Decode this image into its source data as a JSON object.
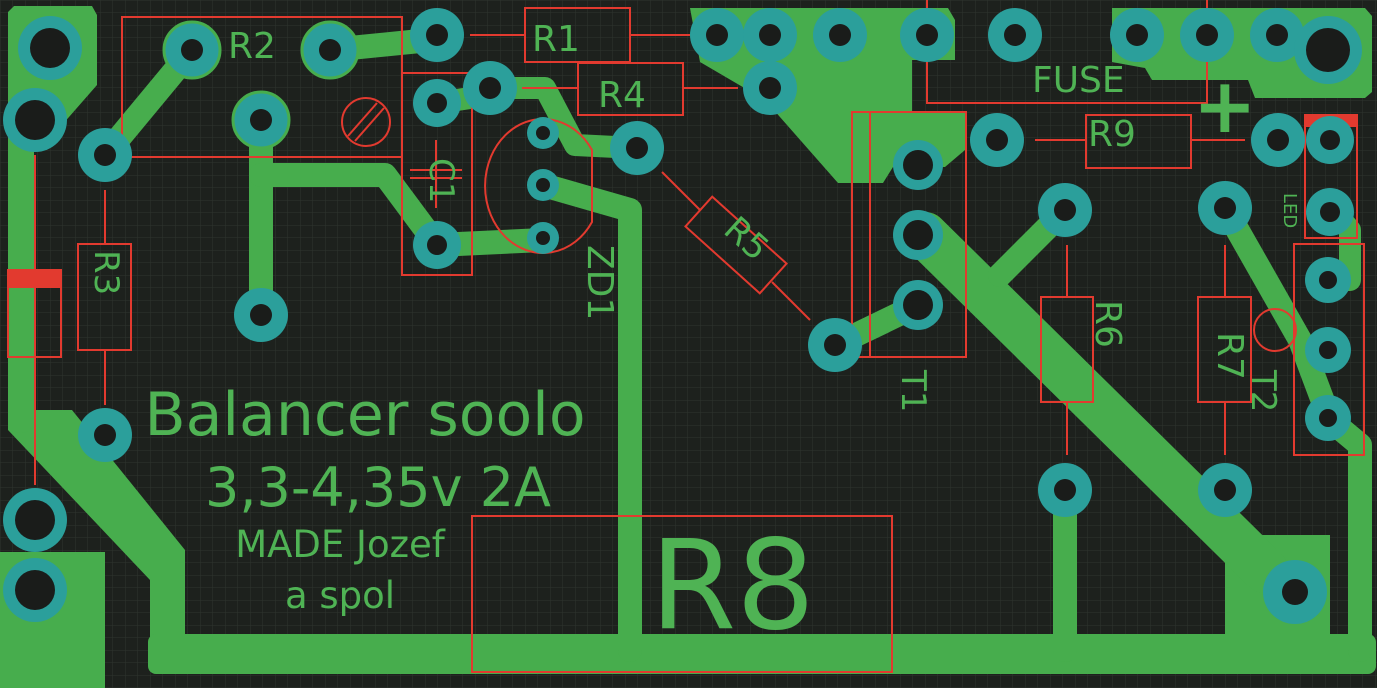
{
  "board": {
    "title_line1": "Balancer soolo",
    "title_line2": "3,3-4,35v 2A",
    "credit_line1": "MADE Jozef",
    "credit_line2": "a spol"
  },
  "components": {
    "R1": "R1",
    "R2": "R2",
    "R3": "R3",
    "R4": "R4",
    "R5": "R5",
    "R6": "R6",
    "R7": "R7",
    "R8": "R8",
    "R9": "R9",
    "C1": "C1",
    "ZD1": "ZD1",
    "T1": "T1",
    "T2": "T2",
    "LED": "LED",
    "FUSE": "FUSE",
    "plus": "+"
  },
  "colors": {
    "background": "#1d211d",
    "copper": "#47ad4d",
    "pad": "#2b9f9b",
    "silkscreen": "#e23a2f",
    "hole": "#1a1c1a"
  }
}
